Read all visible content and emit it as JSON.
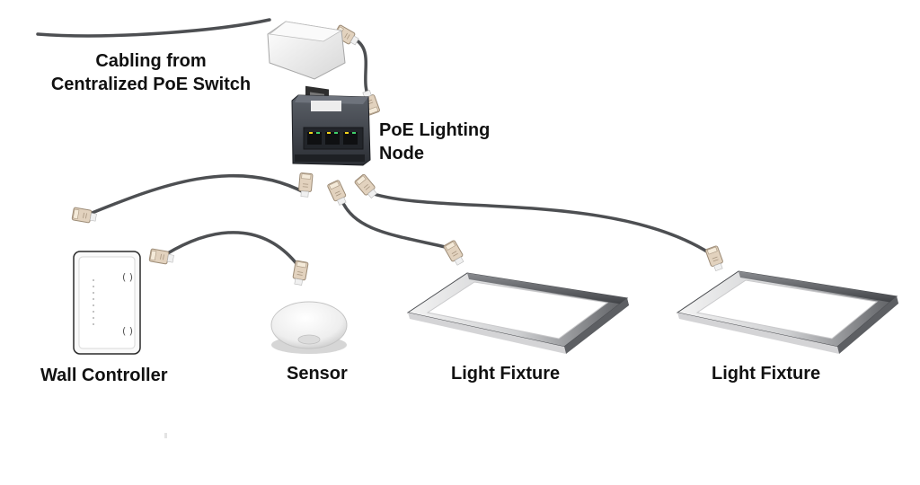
{
  "labels": {
    "cabling": [
      "Cabling from",
      "Centralized PoE Switch"
    ],
    "node": [
      "PoE Lighting",
      "Node"
    ],
    "wall_controller": "Wall Controller",
    "sensor": "Sensor",
    "light_fixture_1": "Light Fixture",
    "light_fixture_2": "Light Fixture"
  },
  "colors": {
    "cable": "#4d4f52",
    "connector": "#d9c7b2",
    "node_body": "#3b3f47",
    "port_led": "#f2d21a",
    "fixture_frame": "#5d5f63",
    "text": "#111111"
  }
}
